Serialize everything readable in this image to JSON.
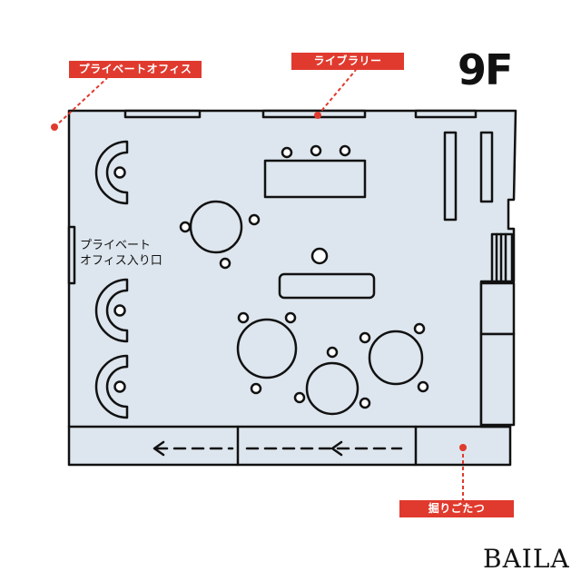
{
  "floor": "9F",
  "labels": {
    "private_office": "プライベートオフィス",
    "library": "ライブラリー",
    "kotatsu": "掘りごたつ"
  },
  "entrance": {
    "line1": "プライベート",
    "line2": "オフィス入り口"
  },
  "brand": "BAILA",
  "colors": {
    "floor_fill": "#dde6ee",
    "ink": "#111111",
    "accent_red": "#e03a2e"
  }
}
